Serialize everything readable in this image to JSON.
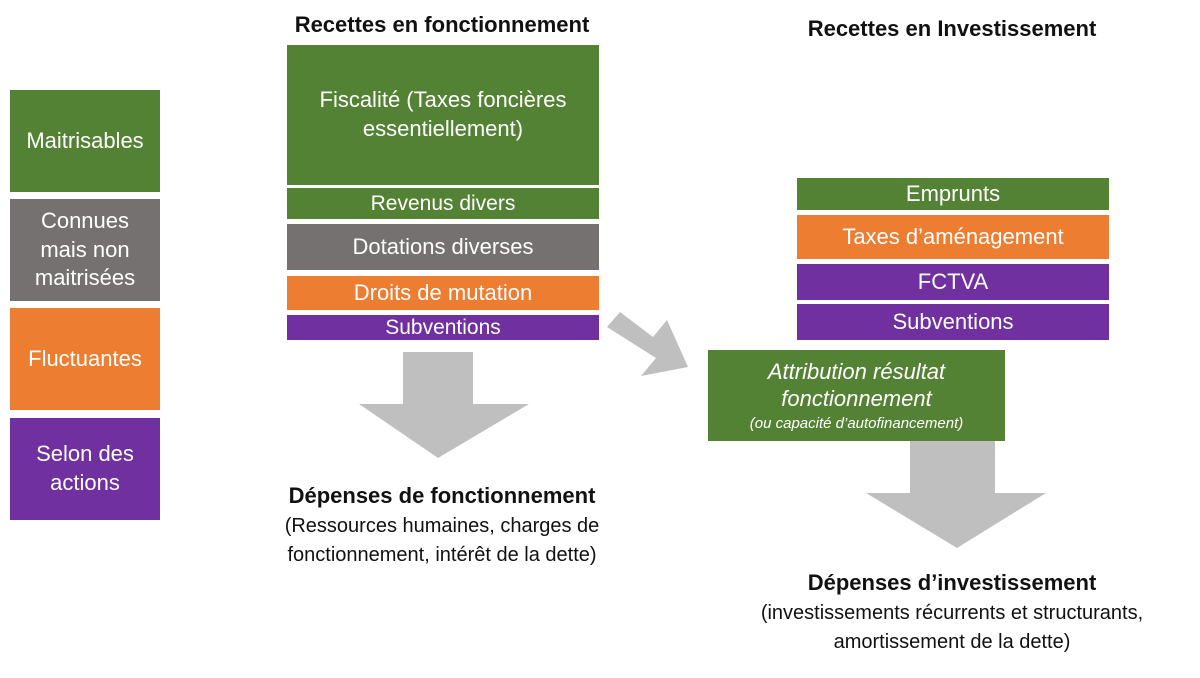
{
  "colors": {
    "green": "#548235",
    "gray": "#767171",
    "orange": "#ED7D31",
    "purple": "#7030A0",
    "arrow": "#BFBFBF"
  },
  "legend": [
    {
      "label": "Maitrisables",
      "color": "#548235"
    },
    {
      "label": "Connues mais non maitrisées",
      "color": "#767171"
    },
    {
      "label": "Fluctuantes",
      "color": "#ED7D31"
    },
    {
      "label": "Selon des actions",
      "color": "#7030A0"
    }
  ],
  "fonctionnement": {
    "title": "Recettes en fonctionnement",
    "items": [
      {
        "label": "Fiscalité (Taxes foncières essentiellement)",
        "color": "#548235"
      },
      {
        "label": "Revenus divers",
        "color": "#548235"
      },
      {
        "label": "Dotations diverses",
        "color": "#767171"
      },
      {
        "label": "Droits de mutation",
        "color": "#ED7D31"
      },
      {
        "label": "Subventions",
        "color": "#7030A0"
      }
    ],
    "depenses_title": "Dépenses de fonctionnement",
    "depenses_detail": "(Ressources humaines, charges de fonctionnement, intérêt de la dette)"
  },
  "investissement": {
    "title": "Recettes en Investissement",
    "items": [
      {
        "label": "Emprunts",
        "color": "#548235"
      },
      {
        "label": "Taxes d’aménagement",
        "color": "#ED7D31"
      },
      {
        "label": "FCTVA",
        "color": "#7030A0"
      },
      {
        "label": "Subventions",
        "color": "#7030A0"
      }
    ],
    "attribution_main": "Attribution résultat fonctionnement",
    "attribution_sub": "(ou capacité d’autofinancement)",
    "depenses_title": "Dépenses d’investissement",
    "depenses_detail": "(investissements récurrents et structurants, amortissement de la dette)"
  }
}
